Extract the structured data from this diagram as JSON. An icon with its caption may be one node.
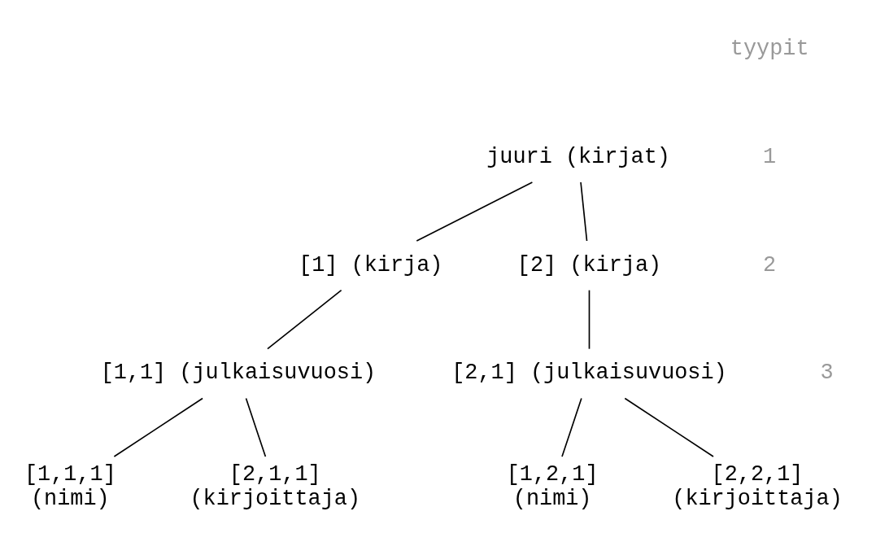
{
  "diagram": {
    "nodes": [
      {
        "text": [
          "juuri (kirjat)"
        ]
      },
      {
        "text": [
          "[1] (kirja)"
        ]
      },
      {
        "text": [
          "[2] (kirja)"
        ]
      },
      {
        "text": [
          "[1,1] (julkaisuvuosi)"
        ]
      },
      {
        "text": [
          "[2,1] (julkaisuvuosi)"
        ]
      },
      {
        "text": [
          "[1,1,1]",
          "(nimi)"
        ]
      },
      {
        "text": [
          "[2,1,1]",
          "(kirjoittaja)"
        ]
      },
      {
        "text": [
          "[1,2,1]",
          "(nimi)"
        ]
      },
      {
        "text": [
          "[2,2,1]",
          "(kirjoittaja)"
        ]
      }
    ],
    "edges": [
      {
        "from": 0,
        "to": 1,
        "arrow": "none"
      },
      {
        "from": 0,
        "to": 2,
        "arrow": "none"
      },
      {
        "from": 1,
        "to": 3,
        "arrow": "none"
      },
      {
        "from": 2,
        "to": 4,
        "arrow": "none"
      },
      {
        "from": 3,
        "to": 5,
        "arrow": "none"
      },
      {
        "from": 3,
        "to": 6,
        "arrow": "none"
      },
      {
        "from": 4,
        "to": 7,
        "arrow": "none"
      },
      {
        "from": 4,
        "to": 8,
        "arrow": "none"
      }
    ],
    "labels": [
      "tyypit",
      "1",
      "2",
      "3"
    ]
  }
}
